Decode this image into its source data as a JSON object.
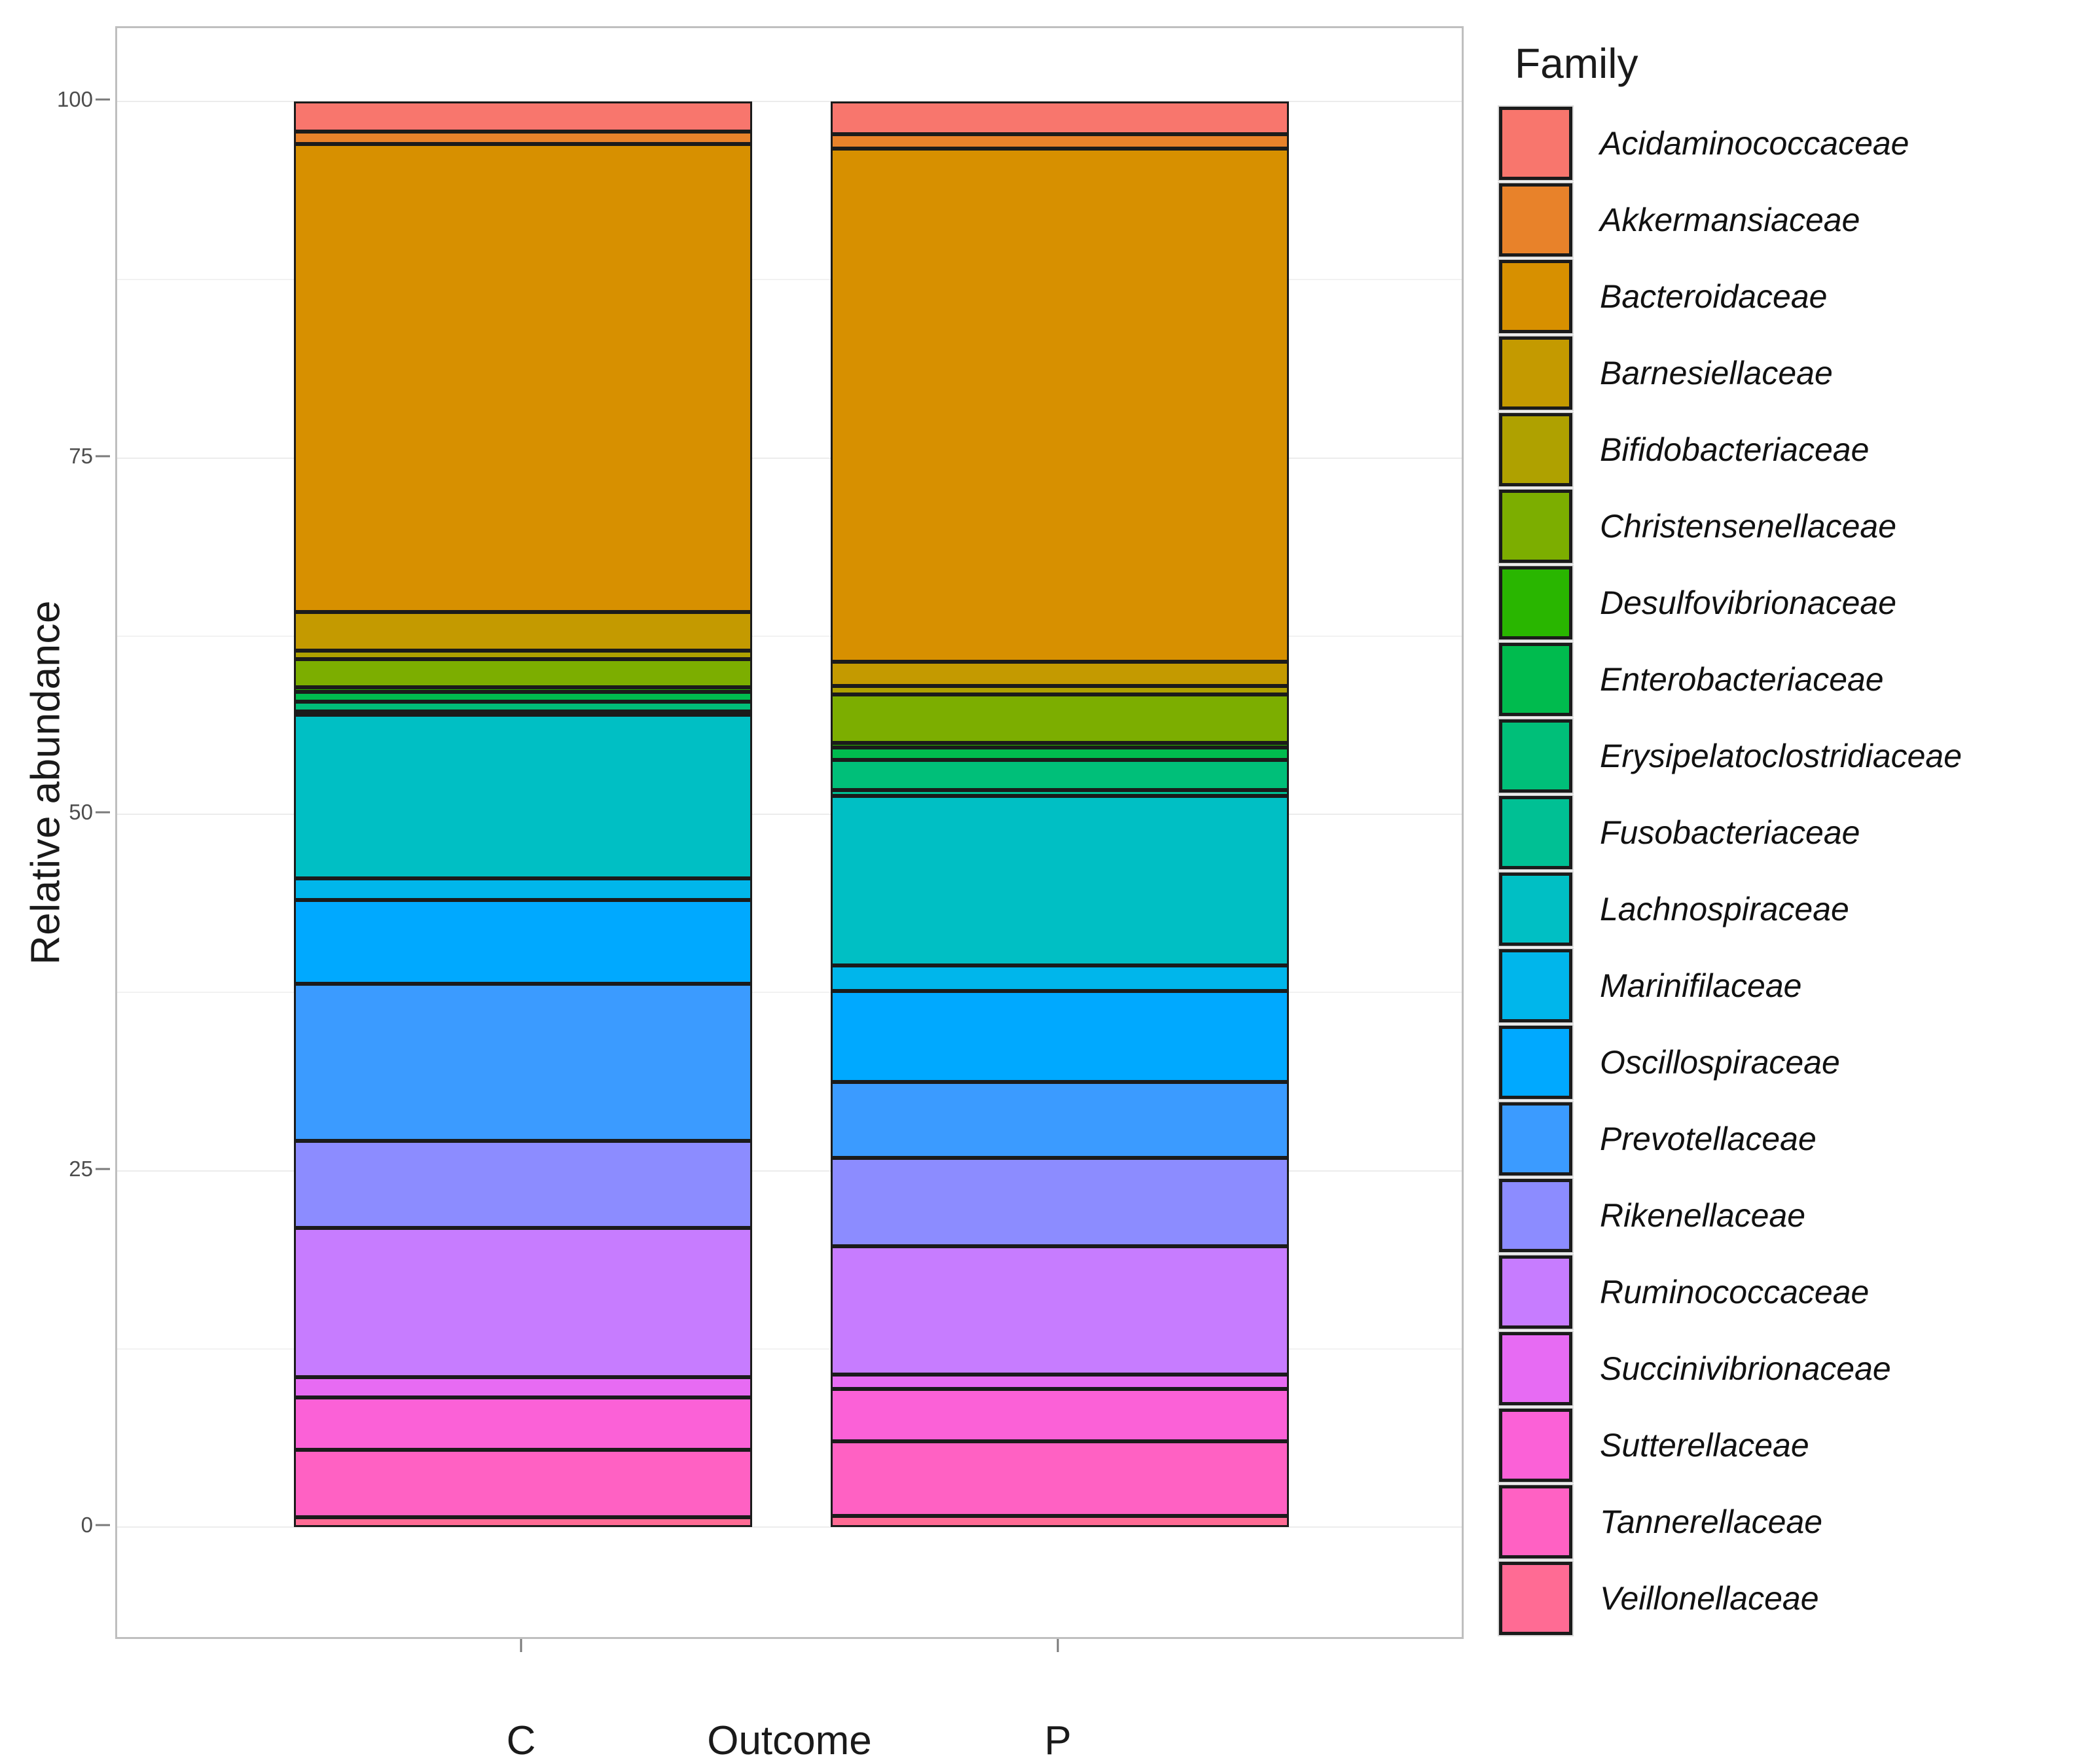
{
  "axes": {
    "y_title": "Relative abundance",
    "y_ticks": [
      "0",
      "25",
      "50",
      "75",
      "100"
    ],
    "x_title": "Outcome",
    "x_ticks": [
      "C",
      "P"
    ]
  },
  "legend": {
    "title": "Family"
  },
  "chart_data": {
    "type": "bar",
    "stacked": true,
    "title": "",
    "xlabel": "Outcome",
    "ylabel": "Relative abundance",
    "ylim": [
      0,
      100
    ],
    "yticks": [
      0,
      25,
      50,
      75,
      100
    ],
    "grid": true,
    "legend_title": "Family",
    "legend_position": "right",
    "categories": [
      "C",
      "P"
    ],
    "stack_order_top_to_bottom": [
      "Acidaminococcaceae",
      "Akkermansiaceae",
      "Bacteroidaceae",
      "Barnesiellaceae",
      "Bifidobacteriaceae",
      "Christensenellaceae",
      "Desulfovibrionaceae",
      "Enterobacteriaceae",
      "Erysipelatoclostridiaceae",
      "Fusobacteriaceae",
      "Lachnospiraceae",
      "Marinifilaceae",
      "Oscillospiraceae",
      "Prevotellaceae",
      "Rikenellaceae",
      "Ruminococcaceae",
      "Succinivibrionaceae",
      "Sutterellaceae",
      "Tannerellaceae",
      "Veillonellaceae"
    ],
    "series": [
      {
        "name": "Acidaminococcaceae",
        "color": "#F8766D",
        "values": [
          2.1,
          2.3
        ]
      },
      {
        "name": "Akkermansiaceae",
        "color": "#E8822A",
        "values": [
          0.9,
          1.0
        ]
      },
      {
        "name": "Bacteroidaceae",
        "color": "#D79000",
        "values": [
          32.8,
          36.0
        ]
      },
      {
        "name": "Barnesiellaceae",
        "color": "#C49A00",
        "values": [
          2.7,
          1.7
        ]
      },
      {
        "name": "Bifidobacteriaceae",
        "color": "#AFA100",
        "values": [
          0.6,
          0.6
        ]
      },
      {
        "name": "Christensenellaceae",
        "color": "#7CAE00",
        "values": [
          2.0,
          3.4
        ]
      },
      {
        "name": "Desulfovibrionaceae",
        "color": "#29B600",
        "values": [
          0.3,
          0.3
        ]
      },
      {
        "name": "Enterobacteriaceae",
        "color": "#00BB4E",
        "values": [
          0.7,
          0.9
        ]
      },
      {
        "name": "Erysipelatoclostridiaceae",
        "color": "#00BF79",
        "values": [
          0.7,
          2.1
        ]
      },
      {
        "name": "Fusobacteriaceae",
        "color": "#00C094",
        "values": [
          0.2,
          0.4
        ]
      },
      {
        "name": "Lachnospiraceae",
        "color": "#00BFC4",
        "values": [
          11.5,
          11.9
        ]
      },
      {
        "name": "Marinifilaceae",
        "color": "#00B6EB",
        "values": [
          1.5,
          1.8
        ]
      },
      {
        "name": "Oscillospiraceae",
        "color": "#00A9FF",
        "values": [
          5.9,
          6.4
        ]
      },
      {
        "name": "Prevotellaceae",
        "color": "#3B9BFF",
        "values": [
          11.0,
          5.3
        ]
      },
      {
        "name": "Rikenellaceae",
        "color": "#8C8CFF",
        "values": [
          6.1,
          6.2
        ]
      },
      {
        "name": "Ruminococcaceae",
        "color": "#C77CFF",
        "values": [
          10.5,
          9.0
        ]
      },
      {
        "name": "Succinivibrionaceae",
        "color": "#E76BF3",
        "values": [
          1.4,
          1.0
        ]
      },
      {
        "name": "Sutterellaceae",
        "color": "#FB61D7",
        "values": [
          3.7,
          3.7
        ]
      },
      {
        "name": "Tannerellaceae",
        "color": "#FF61C3",
        "values": [
          4.7,
          5.2
        ]
      },
      {
        "name": "Veillonellaceae",
        "color": "#FF6B94",
        "values": [
          0.7,
          0.8
        ]
      }
    ]
  }
}
